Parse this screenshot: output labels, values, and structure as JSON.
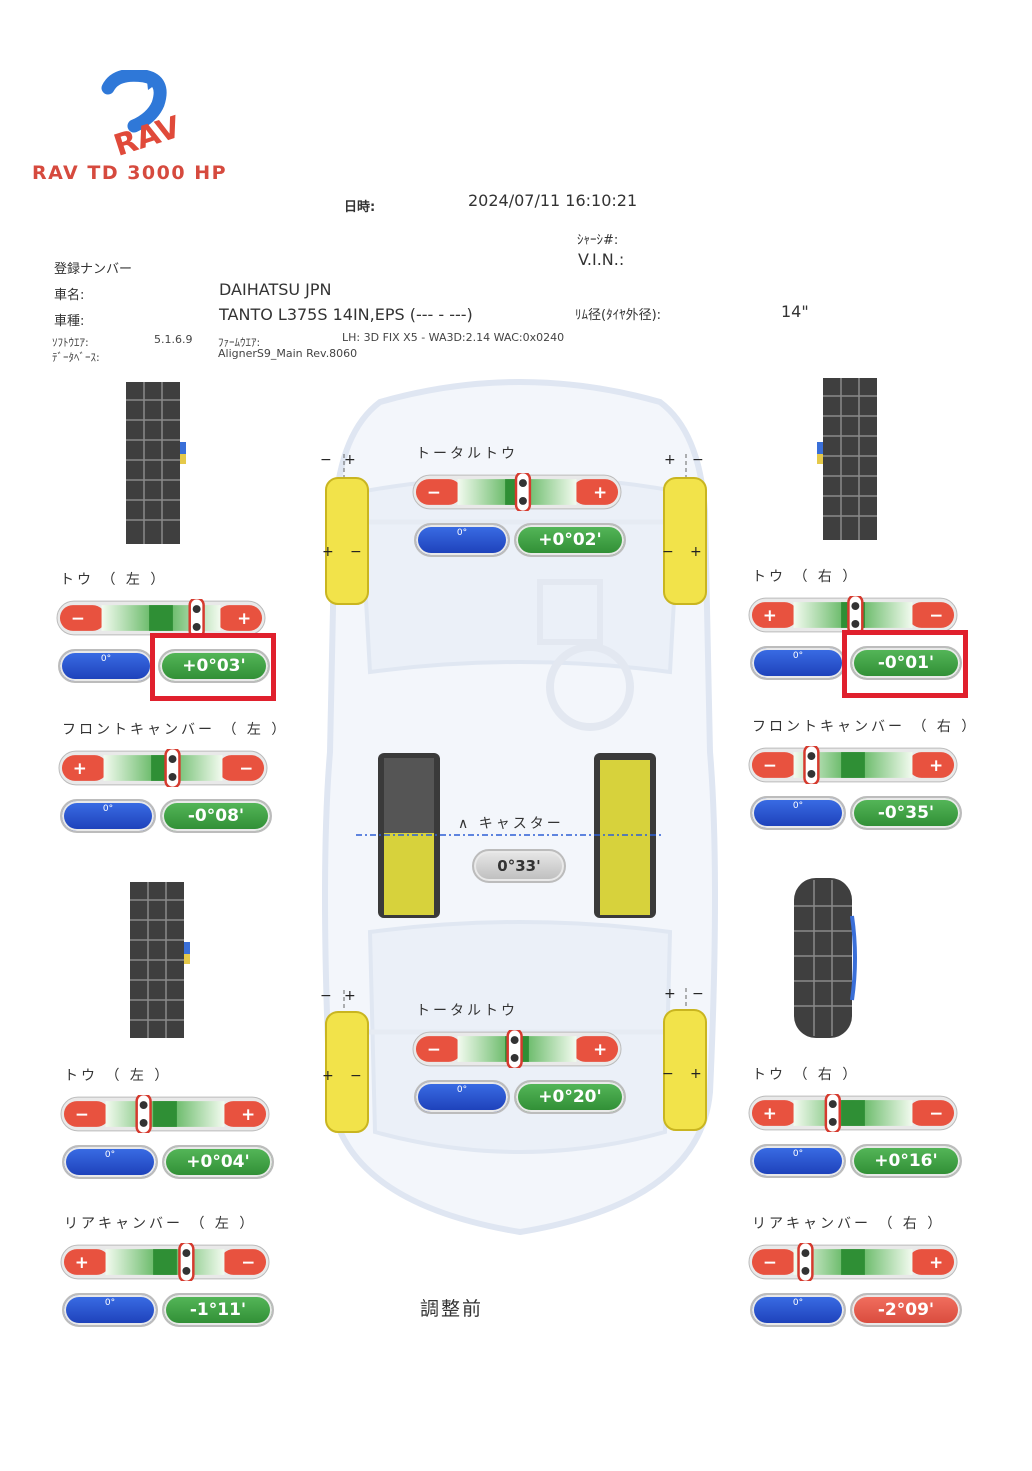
{
  "header": {
    "logo_text": "RAV",
    "brand": "RAV TD 3000 HP",
    "datetime_label": "日時:",
    "datetime_value": "2024/07/11  16:10:21",
    "chassis_label": "ｼｬｰｼ#:",
    "vin_label": "V.I.N.:",
    "reg_label": "登録ナンバー",
    "make_label": "車名:",
    "make_value": "DAIHATSU JPN",
    "model_label": "車種:",
    "model_value": "TANTO L375S 14IN,EPS (--- - ---)",
    "rim_label": "ﾘﾑ径(ﾀｲﾔ外径):",
    "rim_value": "14\"",
    "software_label": "ｿﾌﾄｳｴｱ:",
    "software_value": "5.1.6.9",
    "firmware_label": "ﾌｧｰﾑｳｴｱ:",
    "firmware_value": "LH: 3D FIX X5 - WA3D:2.14 WAC:0x0240",
    "database_label": "ﾃﾞｰﾀﾍﾞｰｽ:",
    "database_value": "AlignerS9_Main Rev.8060"
  },
  "zero_label": "0°",
  "measurements": {
    "front_total_toe": {
      "title": "トータルトウ",
      "value": "+0°02'",
      "pointer": 0.55,
      "left_sign": "−",
      "right_sign": "+"
    },
    "front_toe_left": {
      "title": "トウ （ 左 ）",
      "value": "+0°03'",
      "pointer": 0.8,
      "left_sign": "−",
      "right_sign": "+",
      "highlighted": true
    },
    "front_toe_right": {
      "title": "トウ （ 右 ）",
      "value": "-0°01'",
      "pointer": 0.52,
      "left_sign": "+",
      "right_sign": "−",
      "highlighted": true
    },
    "front_camber_left": {
      "title": "フロントキャンバー （ 左 ）",
      "value": "-0°08'",
      "pointer": 0.58,
      "left_sign": "+",
      "right_sign": "−"
    },
    "front_camber_right": {
      "title": "フロントキャンバー （ 右 ）",
      "value": "-0°35'",
      "pointer": 0.15,
      "left_sign": "−",
      "right_sign": "+"
    },
    "caster": {
      "title": "キャスター",
      "value": "0°33'"
    },
    "rear_total_toe": {
      "title": "トータルトウ",
      "value": "+0°20'",
      "pointer": 0.48,
      "left_sign": "−",
      "right_sign": "+"
    },
    "rear_toe_left": {
      "title": "トウ （ 左 ）",
      "value": "+0°04'",
      "pointer": 0.32,
      "left_sign": "−",
      "right_sign": "+"
    },
    "rear_toe_right": {
      "title": "トウ （ 右 ）",
      "value": "+0°16'",
      "pointer": 0.33,
      "left_sign": "+",
      "right_sign": "−"
    },
    "rear_camber_left": {
      "title": "リアキャンバー （ 左 ）",
      "value": "-1°11'",
      "pointer": 0.68,
      "left_sign": "+",
      "right_sign": "−"
    },
    "rear_camber_right": {
      "title": "リアキャンバー （ 右 ）",
      "value": "-2°09'",
      "pointer": 0.1,
      "left_sign": "−",
      "right_sign": "+",
      "out_of_range": true
    }
  },
  "footer": {
    "status": "調整前"
  },
  "colors": {
    "in_range": "#3f9f44",
    "out_of_range": "#e25a4a",
    "zero": "#2a55d0",
    "highlight": "#e0202d",
    "brand": "#d64a3e"
  }
}
